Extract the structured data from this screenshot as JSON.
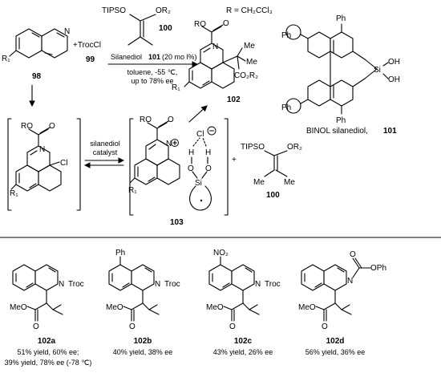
{
  "r_definition": "R = CH₂CCl₃",
  "reagent_top": {
    "tipso": "TIPSO",
    "or2": "OR₂",
    "num": "100"
  },
  "start": {
    "r1": "R₁",
    "n": "N",
    "num": "98"
  },
  "troccl": {
    "label": "+TrocCl",
    "num": "99"
  },
  "conditions": {
    "cat_prefix": "Silanediol",
    "cat_num": "101",
    "cat_suffix": "(20 mo l%)",
    "line2": "toluene, -55 ℃,",
    "line3": "up to 78% ee"
  },
  "product102": {
    "ro": "RO",
    "o": "O",
    "n": "N",
    "me1": "Me",
    "me2": "Me",
    "co2r2": "CO₂R₂",
    "r1": "R₁",
    "num": "102"
  },
  "catalyst101": {
    "ph": "Ph",
    "oh": "OH",
    "si": "Si",
    "caption": "BINOL silanediol,",
    "num": "101"
  },
  "intermediate_left": {
    "ro": "RO",
    "o": "O",
    "n": "N",
    "cl": "Cl",
    "r1": "R₁"
  },
  "equilibrium": {
    "line1": "silanediol",
    "line2": "catalyst"
  },
  "complex103": {
    "ro": "RO",
    "o": "O",
    "n_plus": "N",
    "cl_minus": "Cl",
    "h": "H",
    "o_atom": "O",
    "si": "Si",
    "r1": "R₁",
    "num": "103"
  },
  "plus_sign": "+",
  "reagent_bottom": {
    "tipso": "TIPSO",
    "or2": "OR₂",
    "me1": "Me",
    "me2": "Me",
    "num": "100"
  },
  "bottom_row": [
    {
      "sub": "",
      "n": "N",
      "ngroup": "Troc",
      "meo": "MeO",
      "o": "O",
      "id": "102a",
      "result1": "51% yield, 60% ee;",
      "result2": "39% yield, 78% ee (-78 ℃)"
    },
    {
      "sub": "Ph",
      "n": "N",
      "ngroup": "Troc",
      "meo": "MeO",
      "o": "O",
      "id": "102b",
      "result1": "40% yield, 38% ee",
      "result2": ""
    },
    {
      "sub": "NO₂",
      "n": "N",
      "ngroup": "Troc",
      "meo": "MeO",
      "o": "O",
      "id": "102c",
      "result1": "43% yield, 26% ee",
      "result2": ""
    },
    {
      "sub": "",
      "n": "N",
      "ngroup": "",
      "meo": "MeO",
      "o": "O",
      "id": "102d",
      "result1": "56% yield, 36% ee",
      "result2": "",
      "cbz": {
        "o": "O",
        "oph": "OPh"
      }
    }
  ]
}
